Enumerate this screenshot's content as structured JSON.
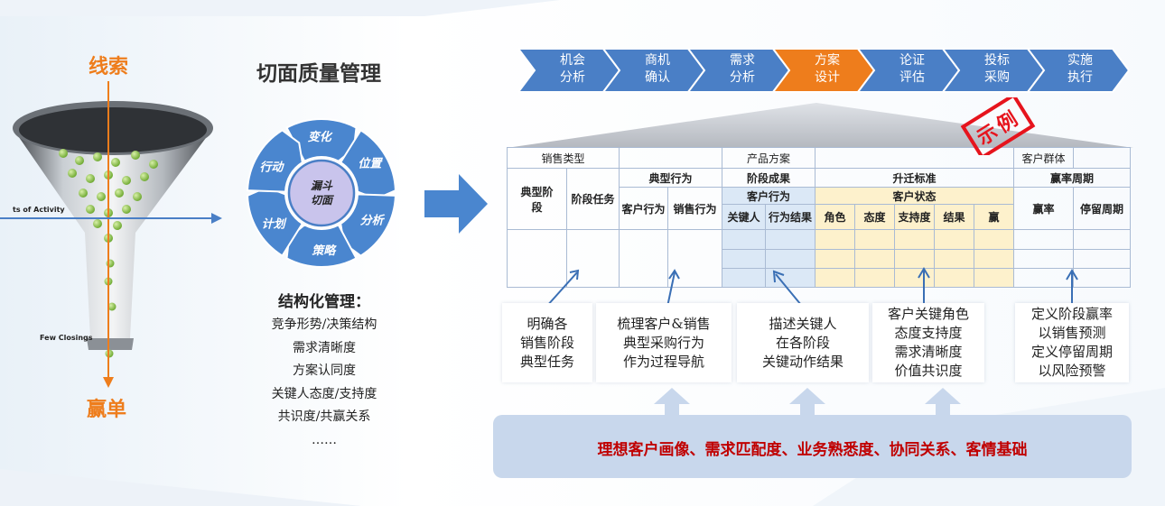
{
  "funnel": {
    "lead_label": "线索",
    "win_label": "赢单",
    "activity_label": "ts of Activity",
    "closings_label": "Few Closings"
  },
  "section": {
    "title": "切面质量管理",
    "cycle": {
      "center": [
        "漏斗",
        "切面"
      ],
      "segments": [
        "变化",
        "位置",
        "分析",
        "策略",
        "计划",
        "行动"
      ]
    }
  },
  "structured": {
    "title": "结构化管理：",
    "items": [
      "竞争形势/决策结构",
      "需求清晰度",
      "方案认同度",
      "关键人态度/支持度",
      "共识度/共赢关系",
      "……"
    ]
  },
  "stages": [
    {
      "label": "机会\n分析",
      "active": false
    },
    {
      "label": "商机\n确认",
      "active": false
    },
    {
      "label": "需求\n分析",
      "active": false
    },
    {
      "label": "方案\n设计",
      "active": true
    },
    {
      "label": "论证\n评估",
      "active": false
    },
    {
      "label": "投标\n采购",
      "active": false
    },
    {
      "label": "实施\n执行",
      "active": false
    }
  ],
  "stamp": "示例",
  "table": {
    "r1": {
      "sales_type": "销售类型",
      "product": "产品方案",
      "customer_group": "客户群体"
    },
    "r2": {
      "stage": "典型阶段",
      "task": "阶段任务",
      "typical": "典型行为",
      "outcome": "阶段成果",
      "criteria": "升迁标准",
      "cycle": "赢率周期"
    },
    "r3": {
      "customer_behavior": "客户行为",
      "sales_behavior": "销售行为",
      "cust_behavior2": "客户行为",
      "cust_status": "客户状态",
      "win_rate": "赢率",
      "stay": "停留周期"
    },
    "r4": {
      "key_person": "关键人",
      "behavior_result": "行为结果",
      "role": "角色",
      "attitude": "态度",
      "support": "支持度",
      "result": "结果",
      "win": "赢"
    }
  },
  "descriptions": [
    [
      "明确各",
      "销售阶段",
      "典型任务"
    ],
    [
      "梳理客户&销售",
      "典型采购行为",
      "作为过程导航"
    ],
    [
      "描述关键人",
      "在各阶段",
      "关键动作结果"
    ],
    [
      "客户关键角色",
      "态度支持度",
      "需求清晰度",
      "价值共识度"
    ],
    [
      "定义阶段赢率",
      "以销售预测",
      "定义停留周期",
      "以风险预警"
    ]
  ],
  "foundation": "理想客户画像、需求匹配度、业务熟悉度、协同关系、客情基础",
  "colors": {
    "accent_orange": "#ee7d1c",
    "chevron_blue": "#4a7fc6",
    "stamp_red": "#e6141d",
    "foundation_red": "#c00000"
  }
}
